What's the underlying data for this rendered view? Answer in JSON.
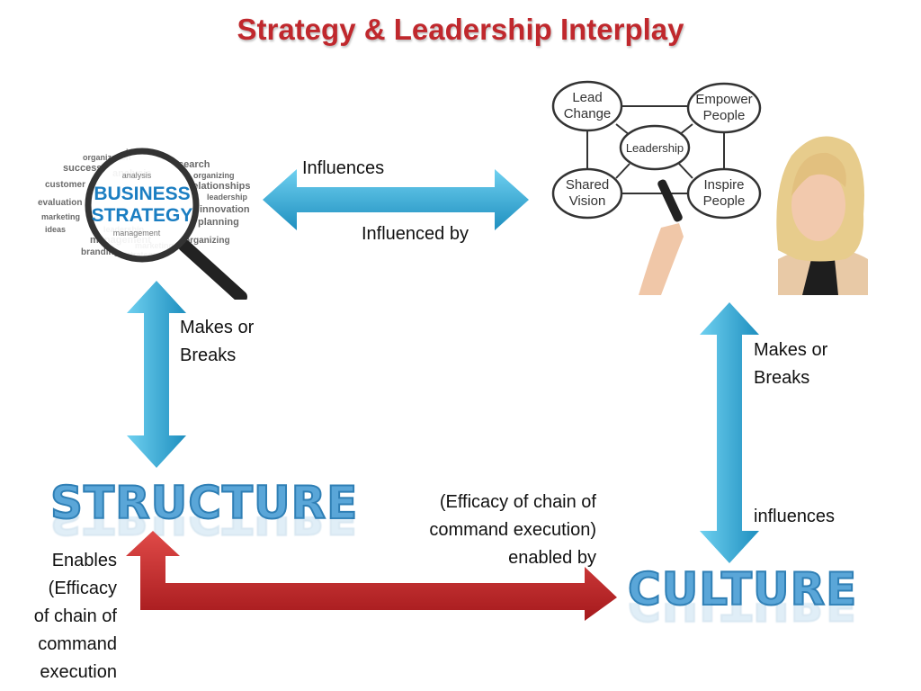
{
  "title": "Strategy & Leadership Interplay",
  "business_image": {
    "main_words": [
      "BUSINESS",
      "STRATEGY"
    ],
    "cloud_words": [
      "organization",
      "ideas",
      "search",
      "success",
      "analysis",
      "organizing",
      "customer",
      "relationships",
      "evaluation",
      "leadership",
      "innovation",
      "marketing",
      "planning",
      "management",
      "branding",
      "ideas",
      "organizing",
      "strategy",
      "marketing",
      "leadership"
    ]
  },
  "leadership_diagram": {
    "center": "Leadership",
    "nodes": [
      {
        "line1": "Lead",
        "line2": "Change"
      },
      {
        "line1": "Empower",
        "line2": "People"
      },
      {
        "line1": "Shared",
        "line2": "Vision"
      },
      {
        "line1": "Inspire",
        "line2": "People"
      }
    ]
  },
  "arrows": {
    "top": {
      "above": "Influences",
      "below": "Influenced by"
    },
    "left": {
      "label_line1": "Makes or",
      "label_line2": "Breaks"
    },
    "right": {
      "label_line1": "Makes or",
      "label_line2": "Breaks",
      "label_bottom": "influences"
    },
    "bottom": {
      "right_lines": [
        "(Efficacy of chain of",
        "command execution)",
        "enabled by"
      ],
      "left_lines": [
        "Enables",
        "(Efficacy",
        "of chain of",
        "command",
        "execution"
      ]
    }
  },
  "nodes": {
    "structure": "STRUCTURE",
    "culture": "CULTURE"
  },
  "colors": {
    "title": "#c0282d",
    "blue_arrow": "#3aaedc",
    "red_arrow": "#c9282c",
    "big_word": "#5aa6d8"
  }
}
